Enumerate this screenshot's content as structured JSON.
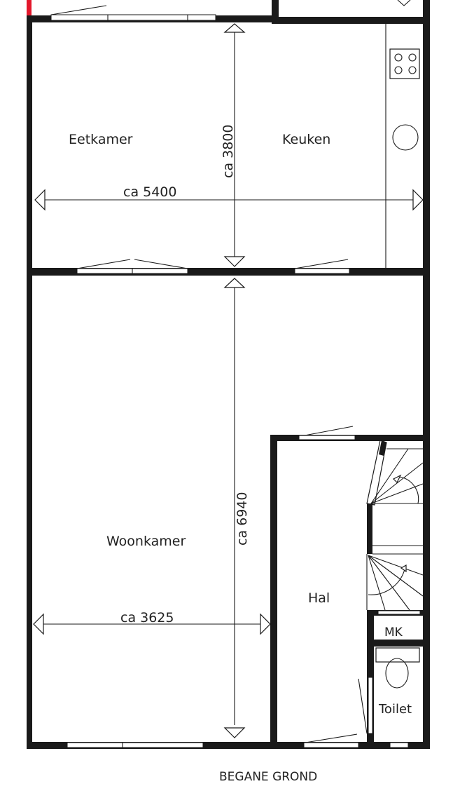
{
  "plan": {
    "title": "BEGANE GROND",
    "colors": {
      "wall": "#1a1a1a",
      "accent_red": "#e3172b",
      "background": "#ffffff"
    }
  },
  "rooms": {
    "eetkamer": "Eetkamer",
    "keuken": "Keuken",
    "woonkamer": "Woonkamer",
    "hal": "Hal",
    "mk": "MK",
    "toilet": "Toilet"
  },
  "dimensions": {
    "upper_vertical": "ca 3800",
    "upper_horizontal": "ca 5400",
    "lower_vertical": "ca 6940",
    "lower_horizontal": "ca 3625"
  },
  "icons": {
    "stove": "cooktop-4-burner-icon",
    "sink": "round-sink-icon",
    "toilet_bowl": "toilet-icon",
    "stair_up_arrows": "stair-direction-arrow-icon"
  }
}
